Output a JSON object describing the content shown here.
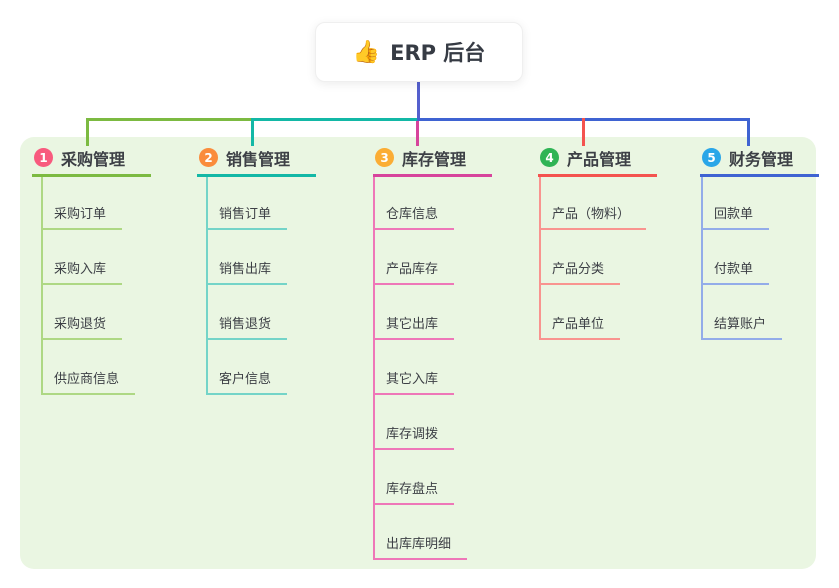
{
  "root": {
    "emoji": "👍",
    "label": "ERP 后台"
  },
  "branches": [
    {
      "num": "1",
      "label": "采购管理",
      "color": "#7CBA41",
      "light_color": "#AED884",
      "badge_color": "#F85A7E",
      "children": [
        "采购订单",
        "采购入库",
        "采购退货",
        "供应商信息"
      ]
    },
    {
      "num": "2",
      "label": "销售管理",
      "color": "#13B8A6",
      "light_color": "#74D4C8",
      "badge_color": "#FA8C3C",
      "children": [
        "销售订单",
        "销售出库",
        "销售退货",
        "客户信息"
      ]
    },
    {
      "num": "3",
      "label": "库存管理",
      "color": "#D7449C",
      "light_color": "#EE77B8",
      "badge_color": "#FBAD34",
      "children": [
        "仓库信息",
        "产品库存",
        "其它出库",
        "其它入库",
        "库存调拨",
        "库存盘点",
        "出库库明细"
      ]
    },
    {
      "num": "4",
      "label": "产品管理",
      "color": "#F4534F",
      "light_color": "#F9948F",
      "badge_color": "#2FB455",
      "children": [
        "产品（物料）",
        "产品分类",
        "产品单位"
      ]
    },
    {
      "num": "5",
      "label": "财务管理",
      "color": "#3F63D2",
      "light_color": "#93ACE9",
      "badge_color": "#2AA6E8",
      "children": [
        "回款单",
        "付款单",
        "结算账户"
      ]
    }
  ],
  "colors": {
    "canvas_bg": "#EAF6E2",
    "root_line": "#5560CE",
    "text": "#3D4046",
    "root_text": "#363B44"
  }
}
